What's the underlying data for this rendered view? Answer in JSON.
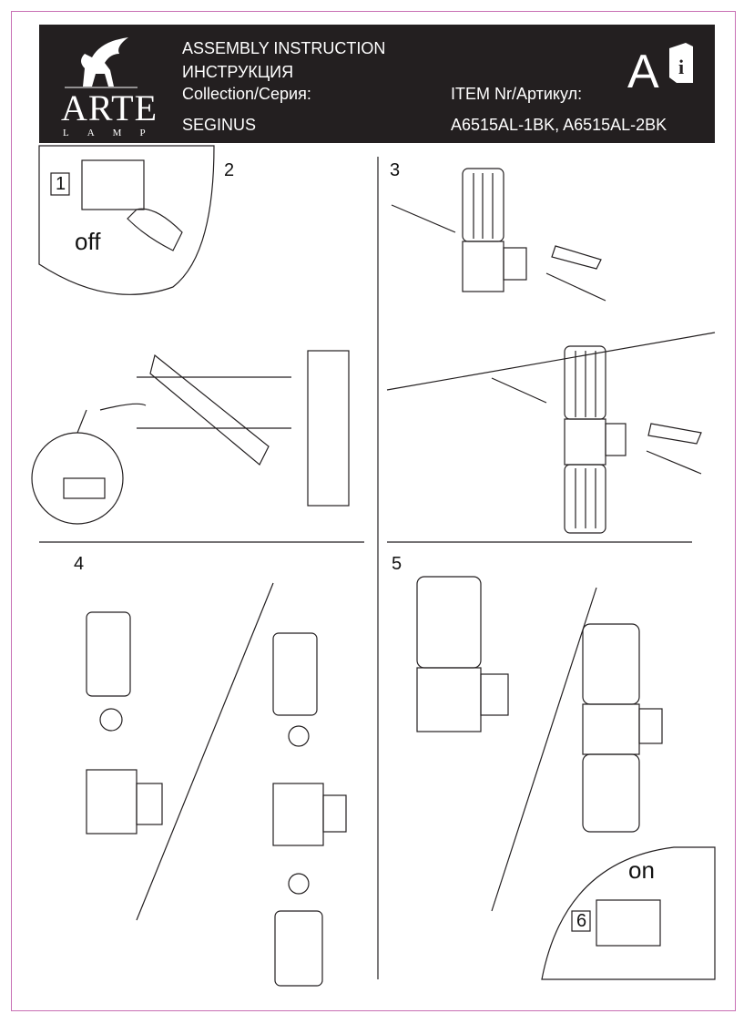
{
  "header": {
    "title_en": "ASSEMBLY INSTRUCTION",
    "title_ru": "ИНСТРУКЦИЯ",
    "collection_label": "Collection/Серия:",
    "collection_value": "SEGINUS",
    "item_label": "ITEM Nr/Артикул:",
    "item_value": "A6515AL-1BK, A6515AL-2BK",
    "logo": {
      "name": "ARTE",
      "sub": "LAMP"
    },
    "language_badge": "A"
  },
  "steps": {
    "step1": {
      "number": "1",
      "label": "off"
    },
    "step2": {
      "number": "2"
    },
    "step3": {
      "number": "3"
    },
    "step4": {
      "number": "4"
    },
    "step5": {
      "number": "5"
    },
    "step6": {
      "number": "6",
      "label": "on"
    }
  },
  "colors": {
    "header_bg": "#231f20",
    "frame": "#c86fb4",
    "lines": "#231f20"
  }
}
